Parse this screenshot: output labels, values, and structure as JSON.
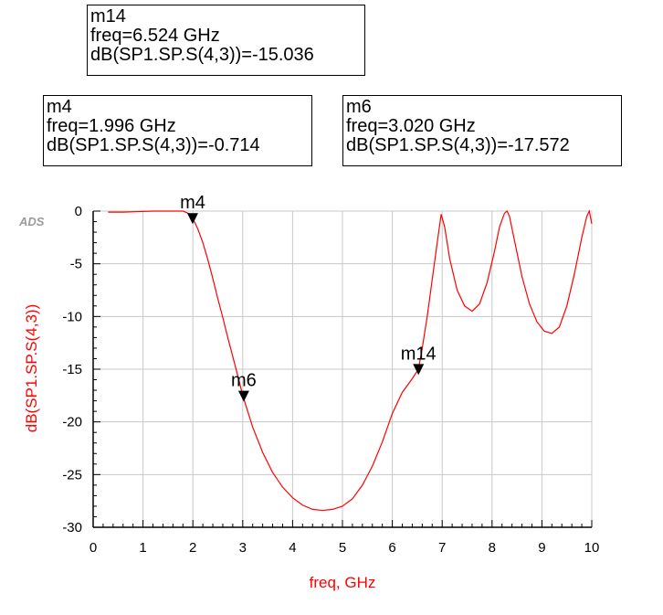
{
  "watermark": "ADS",
  "markers": [
    {
      "id": "m14",
      "name": "m14",
      "freq_label": "freq=6.524 GHz",
      "value_label": "dB(SP1.SP.S(4,3))=-15.036",
      "x": 6.524,
      "y": -15.036
    },
    {
      "id": "m4",
      "name": "m4",
      "freq_label": "freq=1.996 GHz",
      "value_label": "dB(SP1.SP.S(4,3))=-0.714",
      "x": 1.996,
      "y": -0.714
    },
    {
      "id": "m6",
      "name": "m6",
      "freq_label": "freq=3.020 GHz",
      "value_label": "dB(SP1.SP.S(4,3))=-17.572",
      "x": 3.02,
      "y": -17.572
    }
  ],
  "chart_data": {
    "type": "line",
    "xlabel": "freq, GHz",
    "ylabel": "dB(SP1.SP.S(4,3))",
    "xlim": [
      0,
      10
    ],
    "ylim": [
      -30,
      0
    ],
    "x_ticks": [
      "0",
      "1",
      "2",
      "3",
      "4",
      "5",
      "6",
      "7",
      "8",
      "9",
      "10"
    ],
    "y_ticks": [
      "0",
      "-5",
      "-10",
      "-15",
      "-20",
      "-25",
      "-30"
    ],
    "grid": true,
    "line_color": "#ff0000",
    "series": [
      {
        "x": [
          0.3,
          0.6,
          0.9,
          1.2,
          1.5,
          1.8,
          1.9,
          2.0,
          2.1,
          2.2,
          2.3,
          2.4,
          2.5,
          2.6,
          2.7,
          2.8,
          2.9,
          3.0,
          3.2,
          3.4,
          3.6,
          3.8,
          4.0,
          4.2,
          4.4,
          4.6,
          4.8,
          5.0,
          5.2,
          5.4,
          5.6,
          5.8,
          6.0,
          6.2,
          6.4,
          6.524,
          6.6,
          6.7,
          6.8,
          6.9,
          6.98,
          7.05,
          7.15,
          7.3,
          7.45,
          7.6,
          7.75,
          7.9,
          8.05,
          8.15,
          8.25,
          8.3,
          8.35,
          8.45,
          8.6,
          8.75,
          8.9,
          9.05,
          9.2,
          9.35,
          9.5,
          9.65,
          9.8,
          9.9,
          9.95,
          10.0
        ],
        "y": [
          -0.1,
          -0.1,
          -0.05,
          0,
          0,
          0,
          -0.2,
          -0.7,
          -1.7,
          -3.0,
          -4.6,
          -6.4,
          -8.3,
          -10.1,
          -12.0,
          -13.8,
          -15.6,
          -17.5,
          -20.5,
          -22.9,
          -24.8,
          -26.2,
          -27.2,
          -27.9,
          -28.3,
          -28.4,
          -28.3,
          -28.0,
          -27.3,
          -26.0,
          -24.2,
          -21.9,
          -19.2,
          -17.2,
          -15.9,
          -15.0,
          -13.0,
          -10.0,
          -6.5,
          -3.0,
          -0.3,
          -1.5,
          -4.5,
          -7.5,
          -9.0,
          -9.5,
          -8.8,
          -6.8,
          -3.8,
          -1.5,
          -0.2,
          0,
          -0.5,
          -2.8,
          -6.2,
          -8.8,
          -10.5,
          -11.4,
          -11.6,
          -11.0,
          -9.0,
          -6.0,
          -2.5,
          -0.5,
          0,
          -1.2
        ]
      }
    ]
  }
}
